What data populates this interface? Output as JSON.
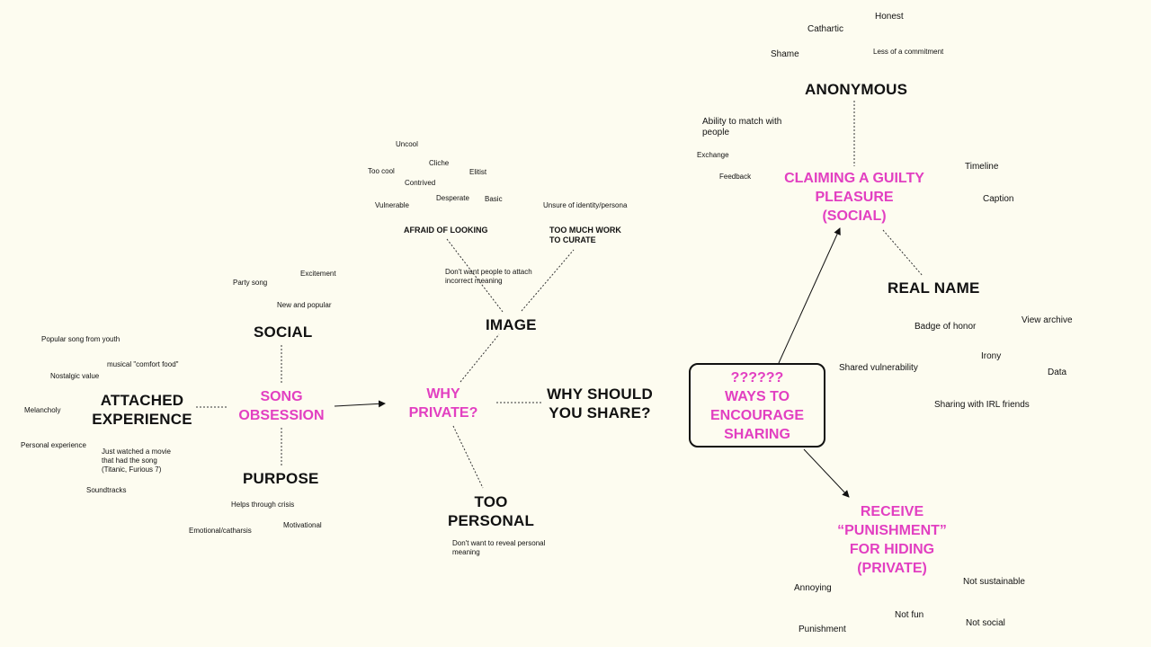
{
  "colors": {
    "background": "#fdfcf0",
    "accent_pink": "#e23fc1",
    "text": "#111111"
  },
  "left_map": {
    "center": "SONG\nOBSESSION",
    "branches": {
      "social": "SOCIAL",
      "attached_experience": "ATTACHED\nEXPERIENCE",
      "purpose": "PURPOSE"
    },
    "social_notes": [
      "Excitement",
      "Party song",
      "New and popular"
    ],
    "attached_notes": [
      "Popular song from youth",
      "musical \"comfort food\"",
      "Nostalgic value",
      "Melancholy",
      "Personal experience",
      "Just watched a movie\nthat had the song\n(Titanic, Furious 7)",
      "Soundtracks"
    ],
    "purpose_notes": [
      "Helps through crisis",
      "Motivational",
      "Emotional/catharsis"
    ]
  },
  "middle_map": {
    "center": "WHY\nPRIVATE?",
    "image": "IMAGE",
    "why_share": "WHY SHOULD\nYOU SHARE?",
    "too_personal": "TOO\nPERSONAL",
    "too_personal_note": "Don't want to reveal personal\nmeaning",
    "afraid": "AFRAID OF LOOKING",
    "afraid_note": "Don't want people to attach\nincorrect meaning",
    "curate": "TOO MUCH WORK\nTO CURATE",
    "curate_note": "Unsure of identity/persona",
    "afraid_words": [
      "Uncool",
      "Cliche",
      "Too cool",
      "Elitist",
      "Contrived",
      "Desperate",
      "Basic",
      "Vulnerable"
    ]
  },
  "right_map": {
    "center": "??????\nWAYS TO\nENCOURAGE\nSHARING",
    "guilty": "CLAIMING A GUILTY\nPLEASURE\n(SOCIAL)",
    "anonymous": "ANONYMOUS",
    "anonymous_notes": [
      "Honest",
      "Cathartic",
      "Shame",
      "Less of a commitment"
    ],
    "guilty_notes": [
      "Ability to match with\npeople",
      "Exchange",
      "Feedback",
      "Timeline",
      "Caption"
    ],
    "real_name": "REAL NAME",
    "real_name_notes": [
      "Badge of honor",
      "View archive",
      "Shared vulnerability",
      "Irony",
      "Data",
      "Sharing with IRL friends"
    ],
    "punishment": "RECEIVE\n“PUNISHMENT”\nFOR HIDING\n(PRIVATE)",
    "punishment_notes": [
      "Annoying",
      "Not sustainable",
      "Not fun",
      "Not social",
      "Punishment"
    ]
  }
}
